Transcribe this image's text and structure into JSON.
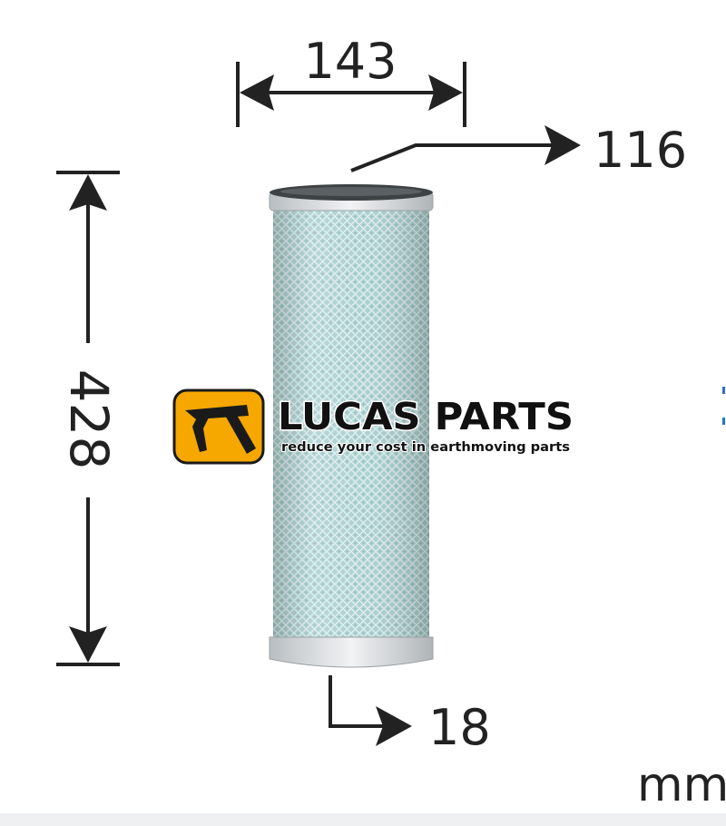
{
  "dimensions": {
    "width": "143",
    "inner_diameter": "116",
    "height": "428",
    "end_cap": "18",
    "unit": "mm"
  },
  "logo": {
    "brand": "LUCAS PARTS",
    "tagline": "reduce your cost in earthmoving parts",
    "icon": "pickaxe-icon",
    "accent_color": "#F6A800"
  },
  "product": {
    "icon": "air-filter-cartridge",
    "media_color": "#A9CFCF"
  }
}
